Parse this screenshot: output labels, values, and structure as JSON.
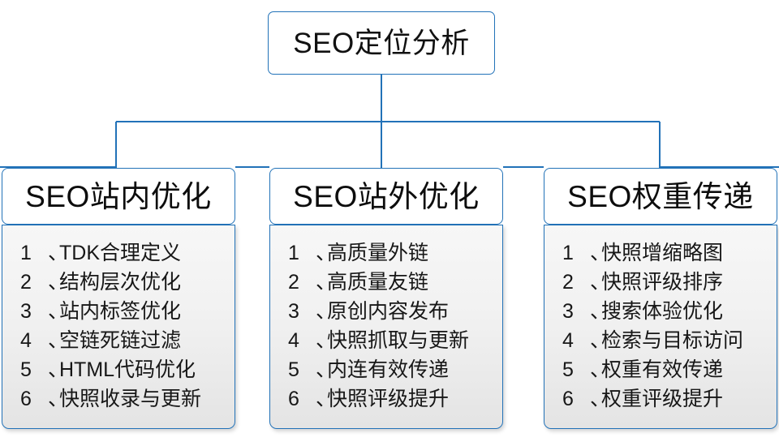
{
  "diagram": {
    "type": "org-tree",
    "orientation": "top-down",
    "accent_color": "#2272b8",
    "root": {
      "label": "SEO定位分析"
    },
    "list_separator": "、",
    "columns": [
      {
        "header": "SEO站内优化",
        "items": [
          {
            "index": "1",
            "text": "TDK合理定义"
          },
          {
            "index": "2",
            "text": "结构层次优化"
          },
          {
            "index": "3",
            "text": "站内标签优化"
          },
          {
            "index": "4",
            "text": "空链死链过滤"
          },
          {
            "index": "5",
            "text": "HTML代码优化"
          },
          {
            "index": "6",
            "text": "快照收录与更新"
          }
        ]
      },
      {
        "header": "SEO站外优化",
        "items": [
          {
            "index": "1",
            "text": "高质量外链"
          },
          {
            "index": "2",
            "text": "高质量友链"
          },
          {
            "index": "3",
            "text": "原创内容发布"
          },
          {
            "index": "4",
            "text": "快照抓取与更新"
          },
          {
            "index": "5",
            "text": "内连有效传递"
          },
          {
            "index": "6",
            "text": "快照评级提升"
          }
        ]
      },
      {
        "header": "SEO权重传递",
        "items": [
          {
            "index": "1",
            "text": "快照增缩略图"
          },
          {
            "index": "2",
            "text": "快照评级排序"
          },
          {
            "index": "3",
            "text": "搜索体验优化"
          },
          {
            "index": "4",
            "text": "检索与目标访问"
          },
          {
            "index": "5",
            "text": "权重有效传递"
          },
          {
            "index": "6",
            "text": "权重评级提升"
          }
        ]
      }
    ]
  }
}
